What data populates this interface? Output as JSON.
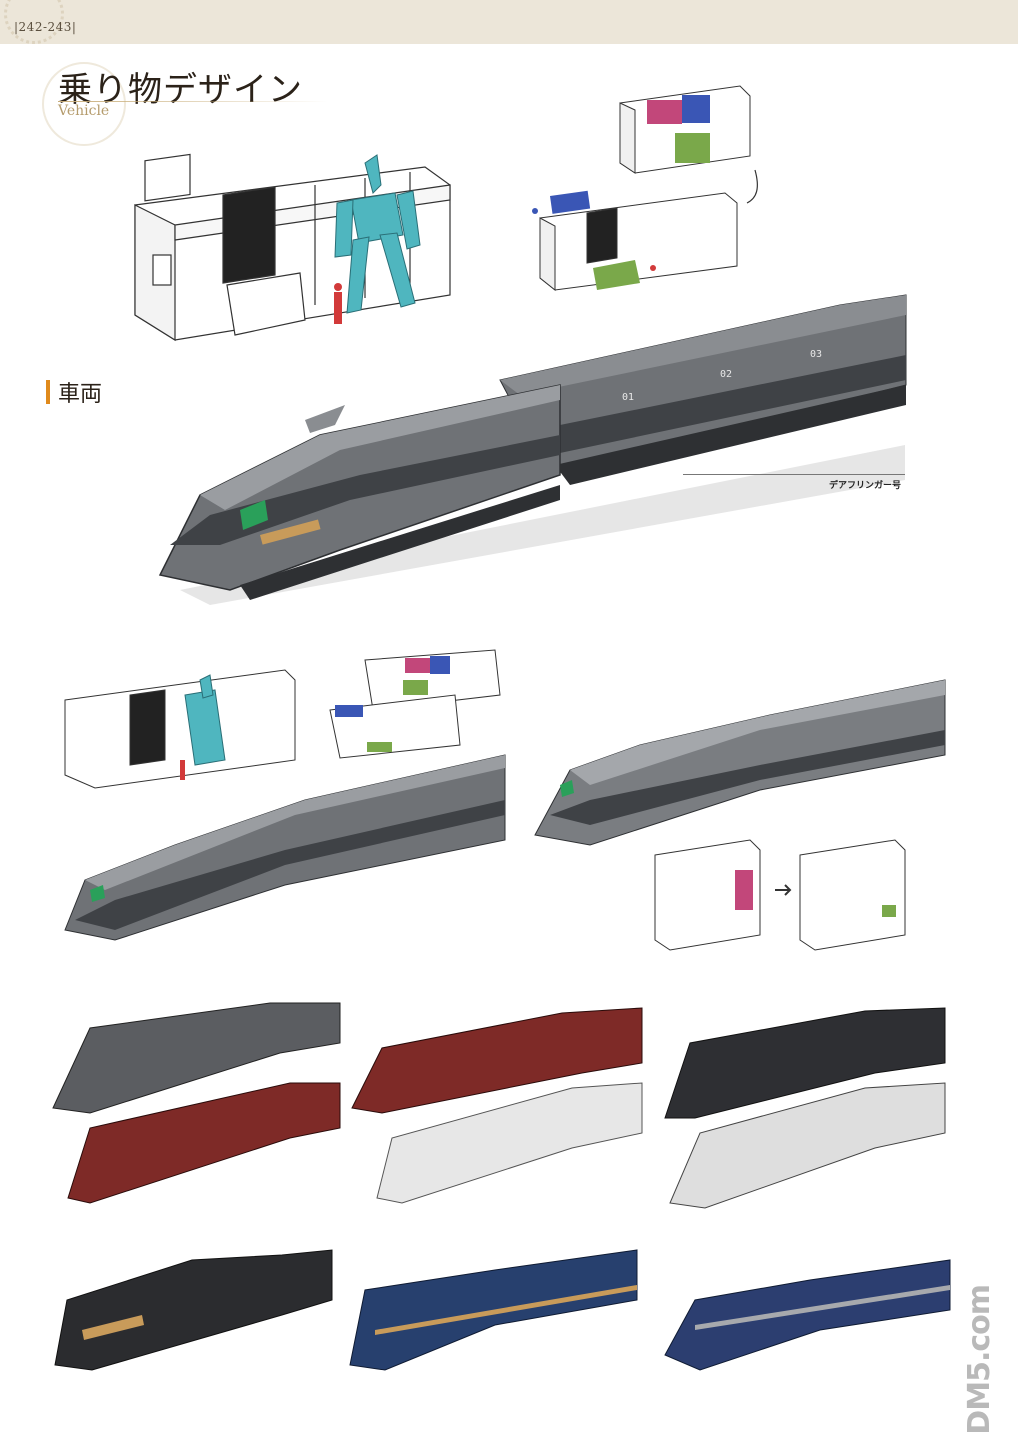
{
  "header": {
    "page_numbers": "242-243"
  },
  "title": {
    "main": "乗り物デザイン",
    "subtitle": "Vehicle"
  },
  "section": {
    "heading": "車両"
  },
  "caption": {
    "main_train": "デアフリンガー号"
  },
  "main_train": {
    "car_numbers": [
      "01",
      "02",
      "03"
    ]
  },
  "watermark": {
    "text": "DM5.com"
  },
  "colors": {
    "train_grey": "#6f7276",
    "train_dark": "#3f4246",
    "mecha_cyan": "#4fb6bf",
    "maroon": "#7e2a27",
    "navy": "#27406e",
    "block_pink": "#c2477a",
    "block_blue": "#3a56b5",
    "block_green": "#7aa84a",
    "accent_orange": "#e08a1c"
  },
  "icons": {
    "arrow": "arrow-right-icon",
    "gear": "gear-ornament-icon"
  }
}
